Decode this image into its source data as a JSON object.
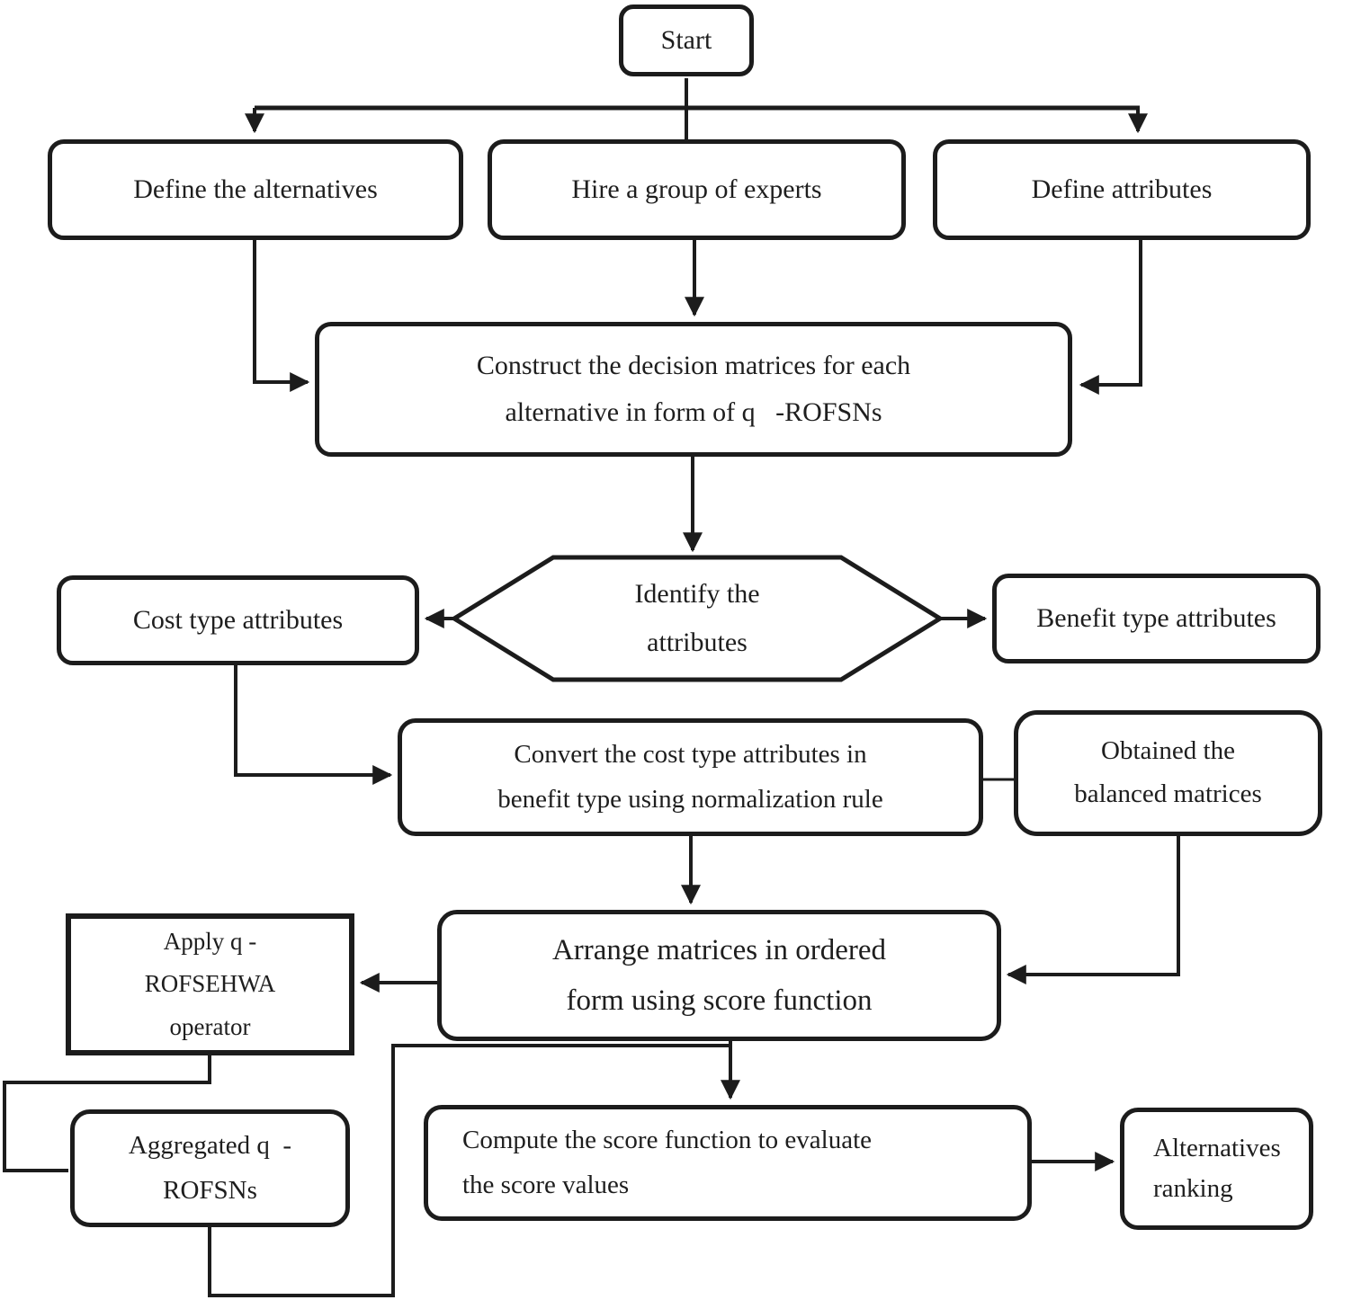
{
  "figure": {
    "type": "flowchart",
    "background_color": "#ffffff",
    "line_color": "#1c1c1c",
    "text_color": "#1e1e1e"
  },
  "nodes": {
    "start": {
      "label": "Start"
    },
    "define_alternatives": {
      "label": "Define the alternatives"
    },
    "hire_experts": {
      "label": "Hire a group of experts"
    },
    "define_attributes": {
      "label": "Define attributes"
    },
    "construct_matrices": {
      "lines": [
        "Construct the decision matrices for each",
        "alternative in form of q   -ROFSNs"
      ]
    },
    "identify_attributes": {
      "lines": [
        "Identify the",
        "attributes"
      ]
    },
    "cost_attributes": {
      "label": "Cost type attributes"
    },
    "benefit_attributes": {
      "label": "Benefit type attributes"
    },
    "convert_cost": {
      "lines": [
        "Convert the cost type attributes in",
        "benefit type using normalization rule"
      ]
    },
    "obtained_matrices": {
      "lines": [
        "Obtained the",
        "balanced matrices"
      ]
    },
    "arrange_matrices": {
      "lines": [
        "Arrange matrices in ordered",
        "form using score function"
      ]
    },
    "apply_operator": {
      "lines": [
        "Apply q -",
        "ROFSEHWA",
        "operator"
      ]
    },
    "aggregated": {
      "lines": [
        "Aggregated q  -",
        "ROFSNs"
      ]
    },
    "compute_score": {
      "lines": [
        "Compute the score function to evaluate",
        "the score values"
      ]
    },
    "alternatives_ranking": {
      "lines": [
        "Alternatives",
        "ranking"
      ]
    }
  }
}
